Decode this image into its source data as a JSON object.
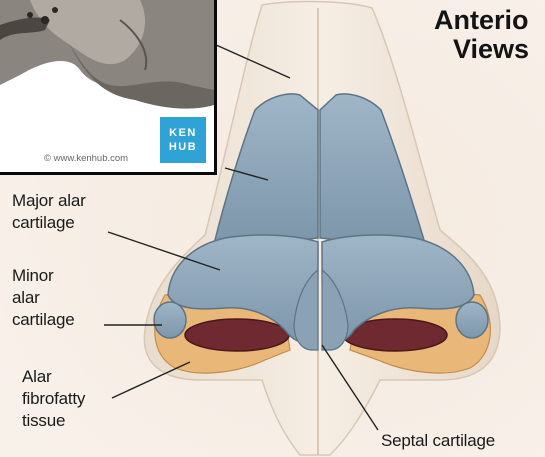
{
  "title": {
    "line1": "Anterio",
    "line2": "Views"
  },
  "labels": {
    "major_alar": {
      "line1": "Major alar",
      "line2": "cartilage"
    },
    "minor_alar": {
      "line1": "Minor",
      "line2": "alar",
      "line3": "cartilage"
    },
    "alar_fibrofatty": {
      "line1": "Alar",
      "line2": "fibrofatty",
      "line3": "tissue"
    },
    "septal": {
      "line1": "Septal cartilage"
    }
  },
  "inset": {
    "badge_line1": "KEN",
    "badge_line2": "HUB",
    "copyright": "© www.kenhub.com"
  },
  "colors": {
    "cartilage": "#8ea6b8",
    "skin": "#f2e8dc",
    "fibrofatty": "#e9b878",
    "nostril": "#6e2a30",
    "kenhub": "#2fa3d6"
  }
}
